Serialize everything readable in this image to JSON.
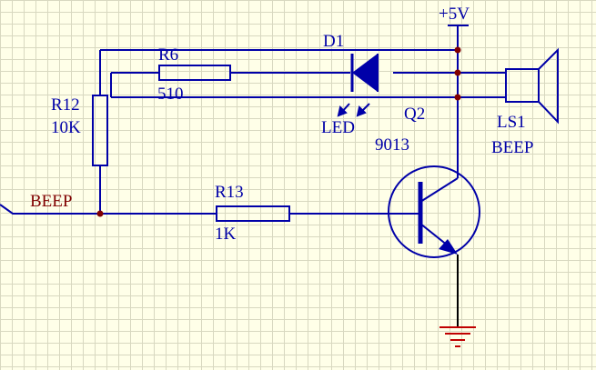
{
  "colors": {
    "background": "#ffffe8",
    "wire": "#0000a8",
    "ground_wire": "#000000",
    "junction": "#800000",
    "net_label": "#800000",
    "ground_symbol": "#c00000",
    "designator_text": "#0000a8",
    "power_text": "#0000a8"
  },
  "labels": {
    "power": "+5V",
    "d1": "D1",
    "led": "LED",
    "r6": "R6",
    "r6_value": "510",
    "r12": "R12",
    "r12_value": "10K",
    "q2": "Q2",
    "q2_value": "9013",
    "ls1": "LS1",
    "ls1_value": "BEEP",
    "net_beep": "BEEP",
    "r13": "R13",
    "r13_value": "1K"
  }
}
